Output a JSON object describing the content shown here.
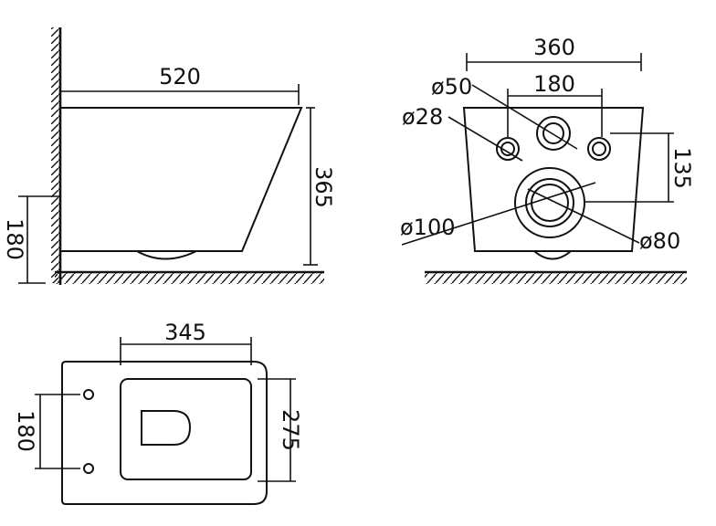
{
  "side_view": {
    "width_label": "520",
    "height_label": "365",
    "inlet_height_label": "180"
  },
  "rear_view": {
    "width_label": "360",
    "inlet_spacing_label": "180",
    "inlet_height_label": "135",
    "big_inlet_label": "ø50",
    "small_inlet_label": "ø28",
    "outlet_outer_label": "ø100",
    "outlet_inner_label": "ø80"
  },
  "top_view": {
    "width_label": "345",
    "bolt_spacing_label": "180",
    "depth_label": "275"
  }
}
